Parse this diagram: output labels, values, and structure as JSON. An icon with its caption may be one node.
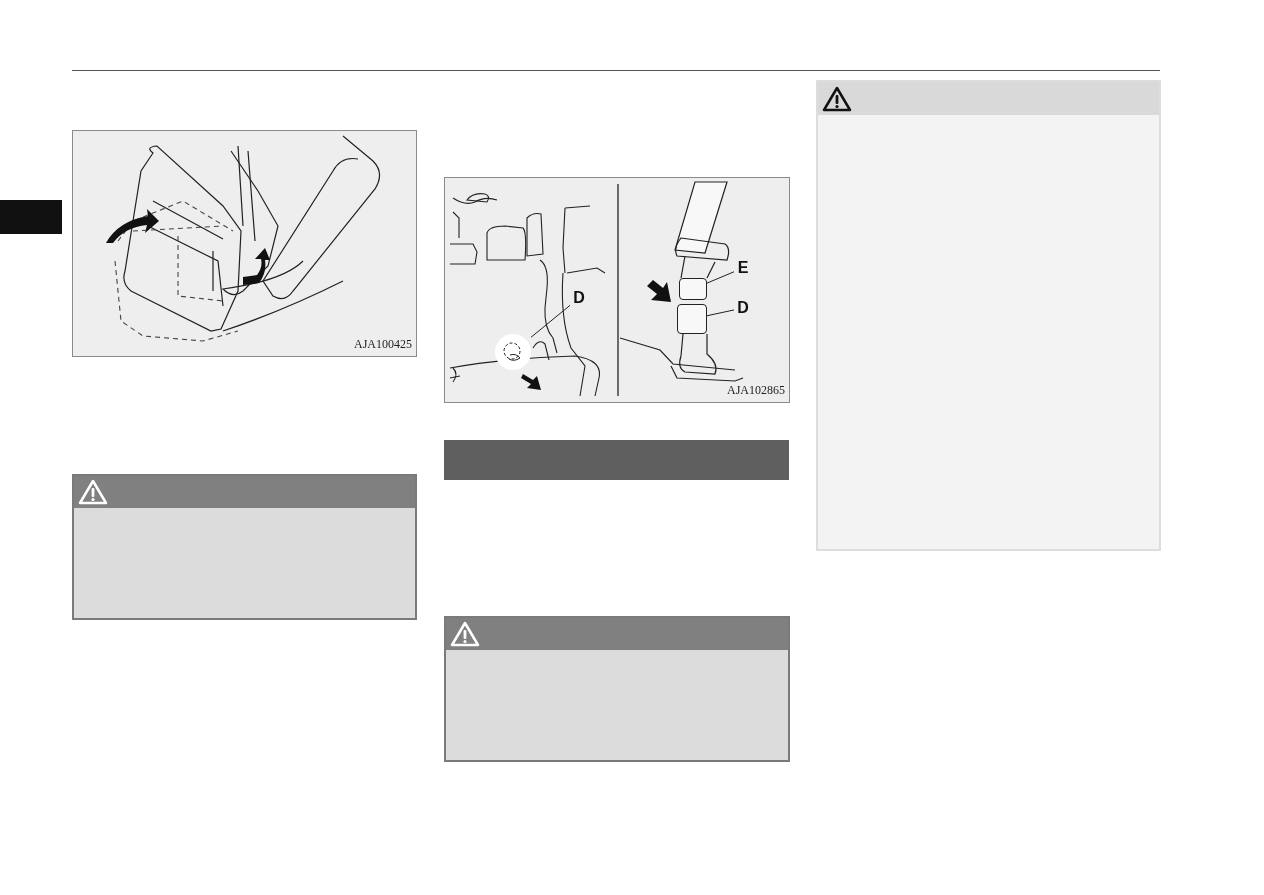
{
  "diagram": {
    "nodes": [
      {
        "text": [
          "D"
        ]
      },
      {
        "text": [],
        "shape": "circle"
      },
      {
        "text": [
          "E"
        ]
      },
      {
        "text": [],
        "shape": "box"
      },
      {
        "text": [
          "D"
        ]
      },
      {
        "text": [],
        "shape": "box"
      },
      {
        "text": [],
        "shape": "bar"
      }
    ],
    "edges": [
      {
        "from": 0,
        "to": 1,
        "arrow": "none"
      },
      {
        "from": 2,
        "to": 3,
        "arrow": "none"
      },
      {
        "from": 4,
        "to": 5,
        "arrow": "none"
      }
    ],
    "labels": [
      "AJA100425",
      "AJA102865"
    ]
  }
}
